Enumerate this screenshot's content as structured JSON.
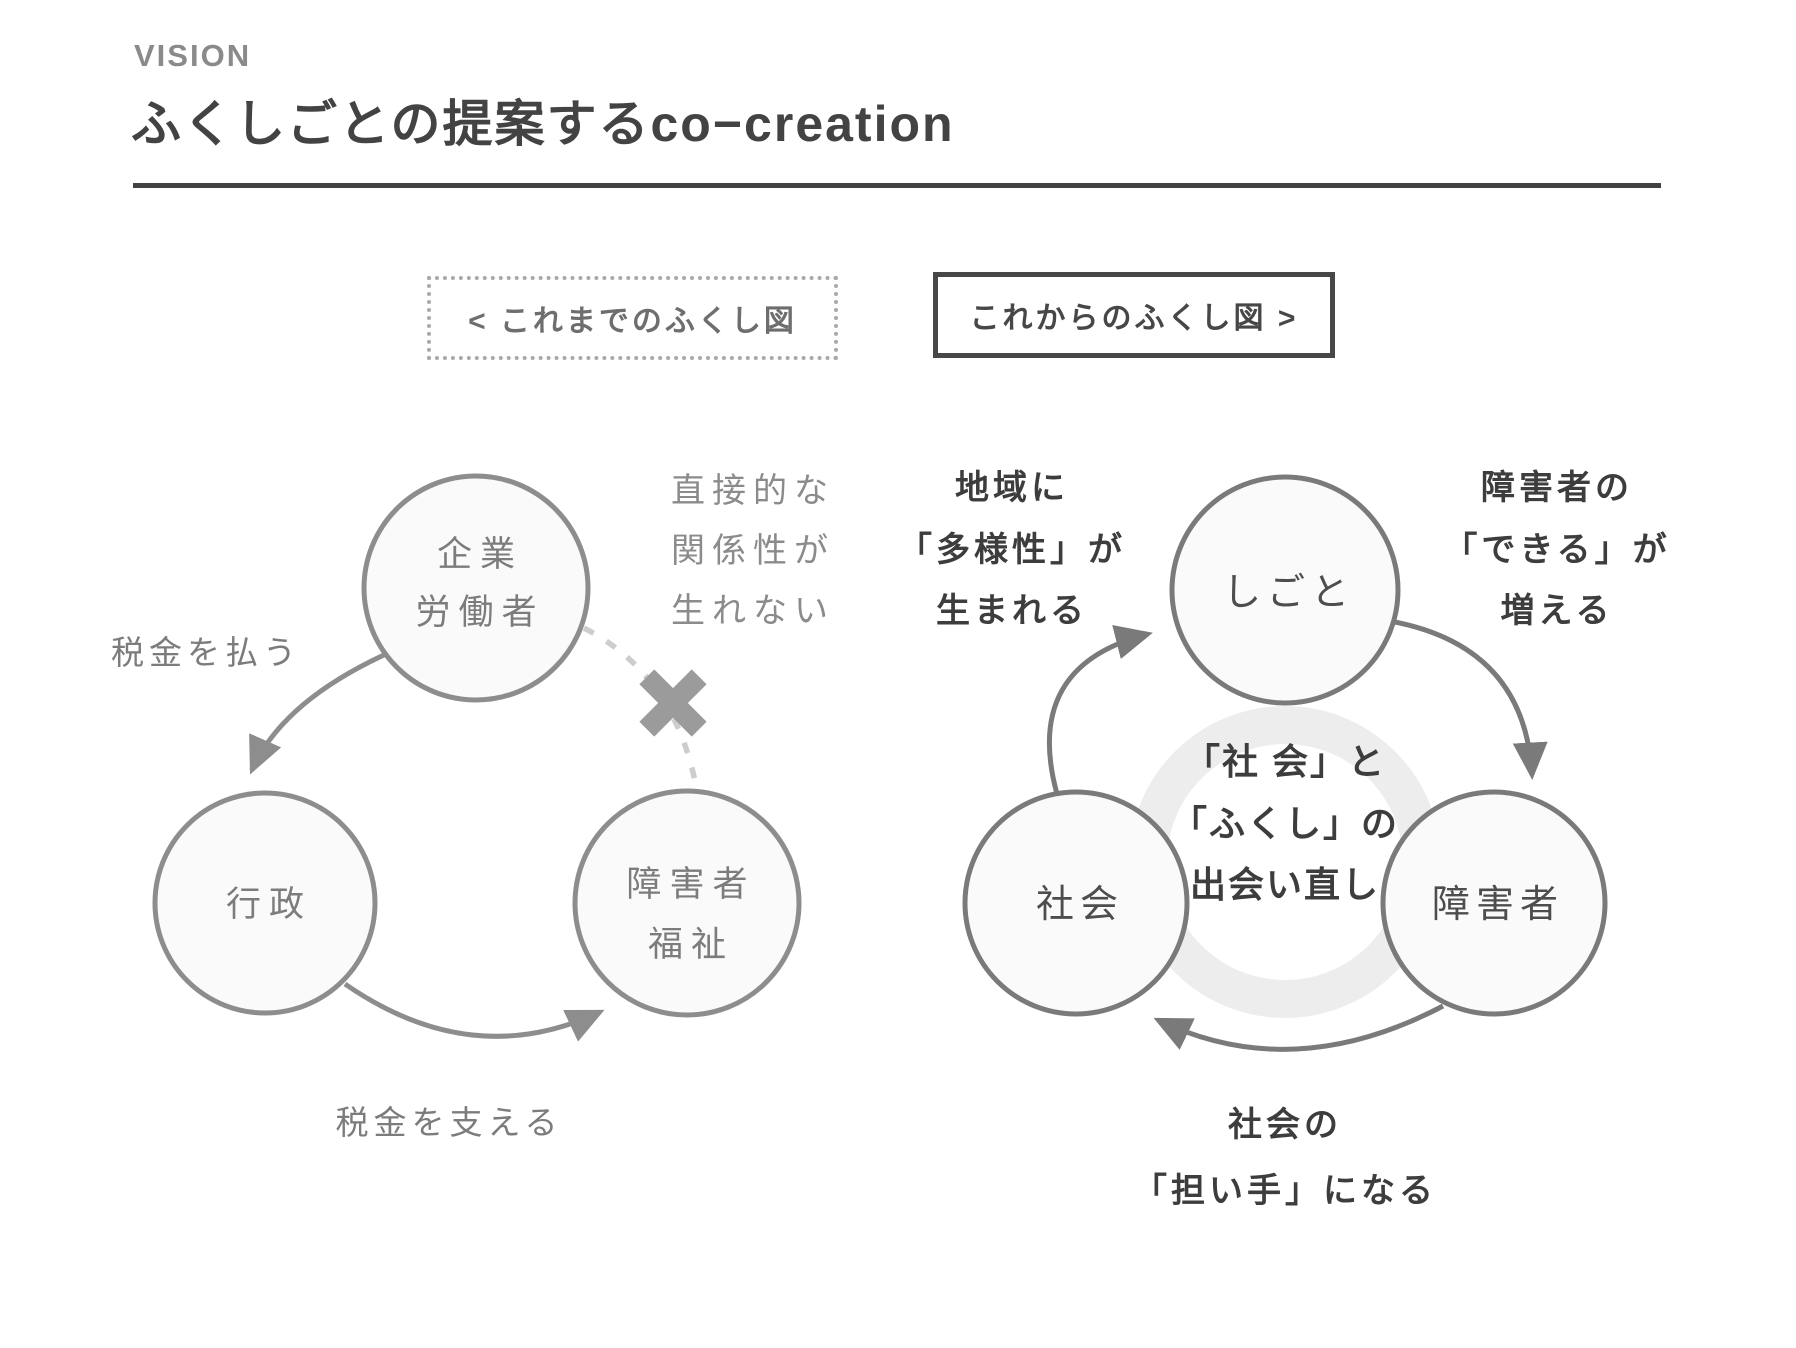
{
  "header": {
    "eyebrow": "VISION",
    "title": "ふくしごとの提案するco−creation"
  },
  "tabs": {
    "previous": "< これまでのふくし図",
    "next": "これからのふくし図 >"
  },
  "before": {
    "node_top": [
      "企業",
      "労働者"
    ],
    "node_left": "行政",
    "node_right": [
      "障害者",
      "福祉"
    ],
    "edge_top_left": "税金を払う",
    "edge_bottom": "税金を支える",
    "no_relation_note": [
      "直接的な",
      "関係性が",
      "生れない"
    ]
  },
  "after": {
    "node_top": "しごと",
    "node_left": "社会",
    "node_right": "障害者",
    "center_note": [
      "「社 会」と",
      "「ふくし」の",
      "出会い直し"
    ],
    "note_top_left": [
      "地域に",
      "「多様性」が",
      "生まれる"
    ],
    "note_top_right": [
      "障害者の",
      "「できる」が",
      "増える"
    ],
    "note_bottom": [
      "社会の",
      "「担い手」になる"
    ]
  },
  "colors": {
    "title_ink": "#434343",
    "dark_note_ink": "#3d3d3d",
    "gray_text": "#7c7c7c",
    "left_line": "#8d8d8d",
    "right_line": "#7a7a7a",
    "dashed_line": "#cdcdcd",
    "cross_mark": "#9b9b9b",
    "inner_ring": "#ededed",
    "node_fill": "#fafafa"
  }
}
